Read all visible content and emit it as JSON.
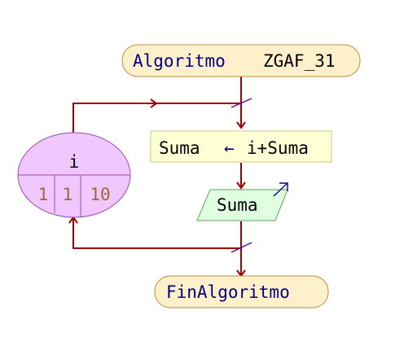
{
  "flowchart": {
    "start": {
      "keyword": "Algoritmo",
      "name": "ZGAF_31"
    },
    "end": {
      "label": "FinAlgoritmo"
    },
    "assignment": {
      "target": "Suma",
      "arrow": "←",
      "expression": "i+Suma"
    },
    "output": {
      "label": "Suma"
    },
    "loop": {
      "variable": "i",
      "start": "1",
      "step": "1",
      "end": "10"
    }
  },
  "colors": {
    "line": "#a00000",
    "terminal_fill": "#fff0cc",
    "terminal_stroke": "#c08a3a",
    "process_fill": "#ffffd6",
    "process_stroke": "#c8c88a",
    "io_fill": "#e0ffe0",
    "io_stroke": "#5aa05a",
    "loop_fill": "#f0c8ff",
    "loop_stroke": "#9a4ab0",
    "keyword": "#000080",
    "number": "#9a6a3a",
    "text": "#000000"
  }
}
